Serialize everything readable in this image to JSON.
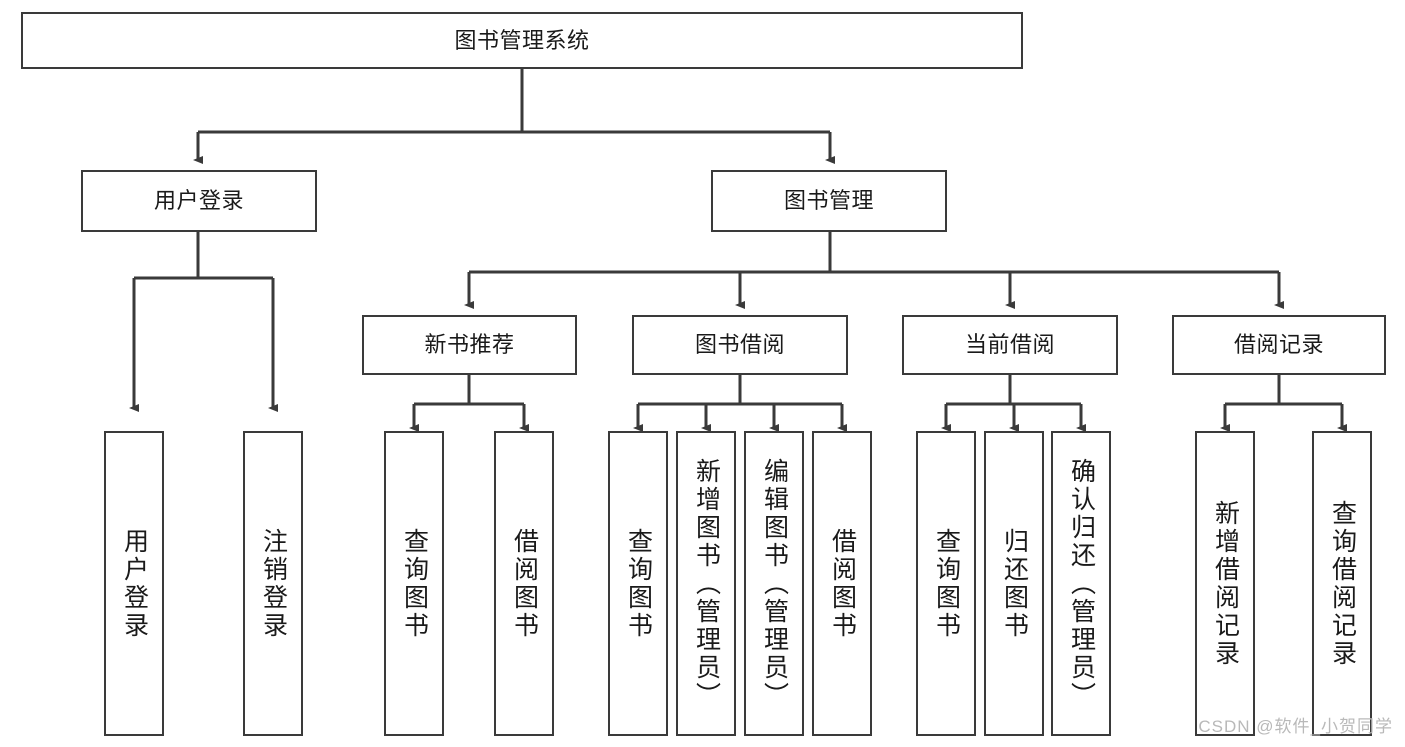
{
  "diagram": {
    "type": "tree-hierarchy-chart",
    "title": "图书管理系统",
    "watermark": "CSDN @软件_小贺同学",
    "colors": {
      "box_border": "#3a3a3a",
      "box_fill": "#ffffff",
      "edge": "#3a3a3a",
      "text": "#1a1a1a",
      "watermark": "#b9b9b9",
      "background": "#ffffff"
    },
    "nodes": {
      "root": {
        "label": "图书管理系统",
        "level": 1
      },
      "level2": [
        {
          "id": "user-login",
          "label": "用户登录"
        },
        {
          "id": "book-management",
          "label": "图书管理"
        }
      ],
      "level3": [
        {
          "id": "new-book-recommend",
          "label": "新书推荐"
        },
        {
          "id": "book-borrow",
          "label": "图书借阅"
        },
        {
          "id": "current-borrow",
          "label": "当前借阅"
        },
        {
          "id": "borrow-record",
          "label": "借阅记录"
        }
      ],
      "leaves": {
        "user-login": [
          {
            "id": "leaf-user-login",
            "label": "用户登录"
          },
          {
            "id": "leaf-logout-login",
            "label": "注销登录"
          }
        ],
        "new-book-recommend": [
          {
            "id": "leaf-query-book-1",
            "label": "查询图书"
          },
          {
            "id": "leaf-borrow-book-1",
            "label": "借阅图书"
          }
        ],
        "book-borrow": [
          {
            "id": "leaf-query-book-2",
            "label": "查询图书"
          },
          {
            "id": "leaf-add-book",
            "label": "新增图书（管理员）"
          },
          {
            "id": "leaf-edit-book",
            "label": "编辑图书（管理员）"
          },
          {
            "id": "leaf-borrow-book-2",
            "label": "借阅图书"
          }
        ],
        "current-borrow": [
          {
            "id": "leaf-query-book-3",
            "label": "查询图书"
          },
          {
            "id": "leaf-return-book",
            "label": "归还图书"
          },
          {
            "id": "leaf-confirm-return",
            "label": "确认归还（管理员）"
          }
        ],
        "borrow-record": [
          {
            "id": "leaf-add-record",
            "label": "新增借阅记录"
          },
          {
            "id": "leaf-query-record",
            "label": "查询借阅记录"
          }
        ]
      }
    }
  }
}
